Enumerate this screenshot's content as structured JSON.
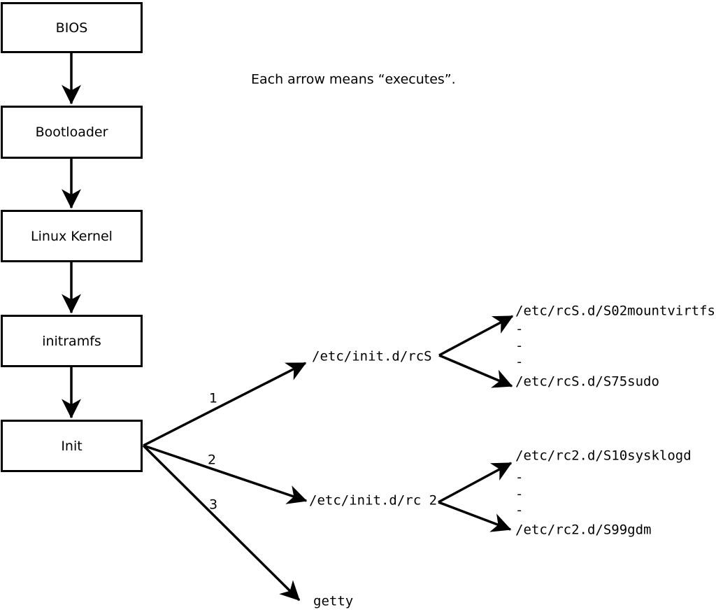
{
  "note": "Each arrow means “executes”.",
  "chain": [
    {
      "label": "BIOS"
    },
    {
      "label": "Bootloader"
    },
    {
      "label": "Linux Kernel"
    },
    {
      "label": "initramfs"
    },
    {
      "label": "Init"
    }
  ],
  "fanout": [
    {
      "number": "1",
      "target": "/etc/init.d/rcS",
      "children": [
        "/etc/rcS.d/S02mountvirtfs",
        "-",
        "-",
        "-",
        "/etc/rcS.d/S75sudo"
      ]
    },
    {
      "number": "2",
      "target": "/etc/init.d/rc 2",
      "children": [
        "/etc/rc2.d/S10sysklogd",
        "-",
        "-",
        "-",
        "/etc/rc2.d/S99gdm"
      ]
    },
    {
      "number": "3",
      "target": "getty",
      "children": []
    }
  ],
  "colors": {
    "line": "#000000",
    "background": "#ffffff"
  }
}
